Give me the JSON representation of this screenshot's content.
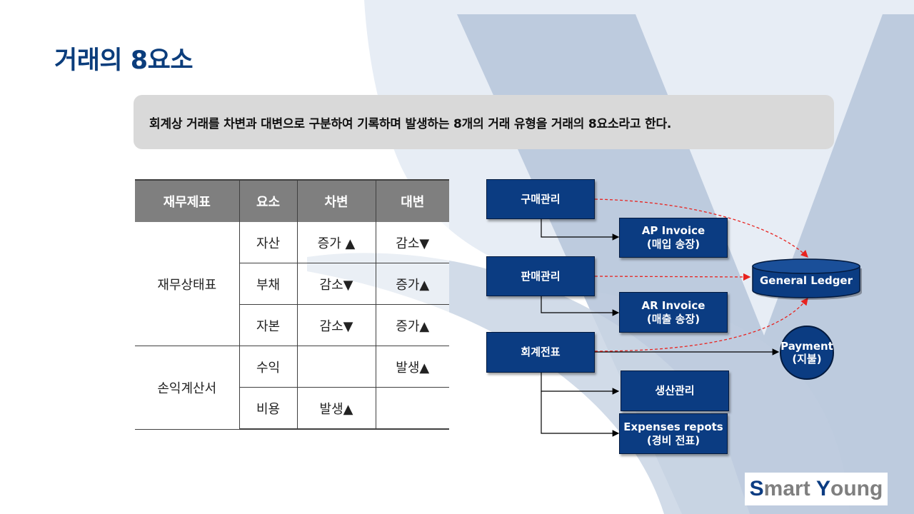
{
  "title": "거래의 8요소",
  "description": "회계상 거래를 차변과 대변으로 구분하여 기록하며 발생하는 8개의 거래 유형을 거래의 8요소라고 한다.",
  "table": {
    "headers": [
      "재무제표",
      "요소",
      "차변",
      "대변"
    ],
    "groups": [
      {
        "statement": "재무상태표",
        "rows": [
          {
            "element": "자산",
            "debit": "증가 ▲",
            "credit": "감소▼"
          },
          {
            "element": "부채",
            "debit": "감소▼",
            "credit": "증가▲"
          },
          {
            "element": "자본",
            "debit": "감소▼",
            "credit": "증가▲"
          }
        ]
      },
      {
        "statement": "손익계산서",
        "rows": [
          {
            "element": "수익",
            "debit": "",
            "credit": "발생▲"
          },
          {
            "element": "비용",
            "debit": "발생▲",
            "credit": ""
          }
        ]
      }
    ]
  },
  "flow": {
    "purchase": "구매관리",
    "sales": "판매관리",
    "voucher": "회계전표",
    "ap_line1": "AP Invoice",
    "ap_line2": "(매입 송장)",
    "ar_line1": "AR Invoice",
    "ar_line2": "(매출 송장)",
    "production": "생산관리",
    "expenses_line1": "Expenses repots",
    "expenses_line2": "(경비 전표)",
    "ledger": "General Ledger",
    "payment_line1": "Payment",
    "payment_line2": "(지불)"
  },
  "colors": {
    "title": "#0b3d7c",
    "box_fill": "#0b3c82",
    "table_header": "#7f7f7f",
    "dashed_arrow": "#e8231f",
    "background_shape": "#b8c7db"
  },
  "logo": {
    "s": "S",
    "mart": "mart ",
    "y": "Y",
    "oung": "oung"
  }
}
